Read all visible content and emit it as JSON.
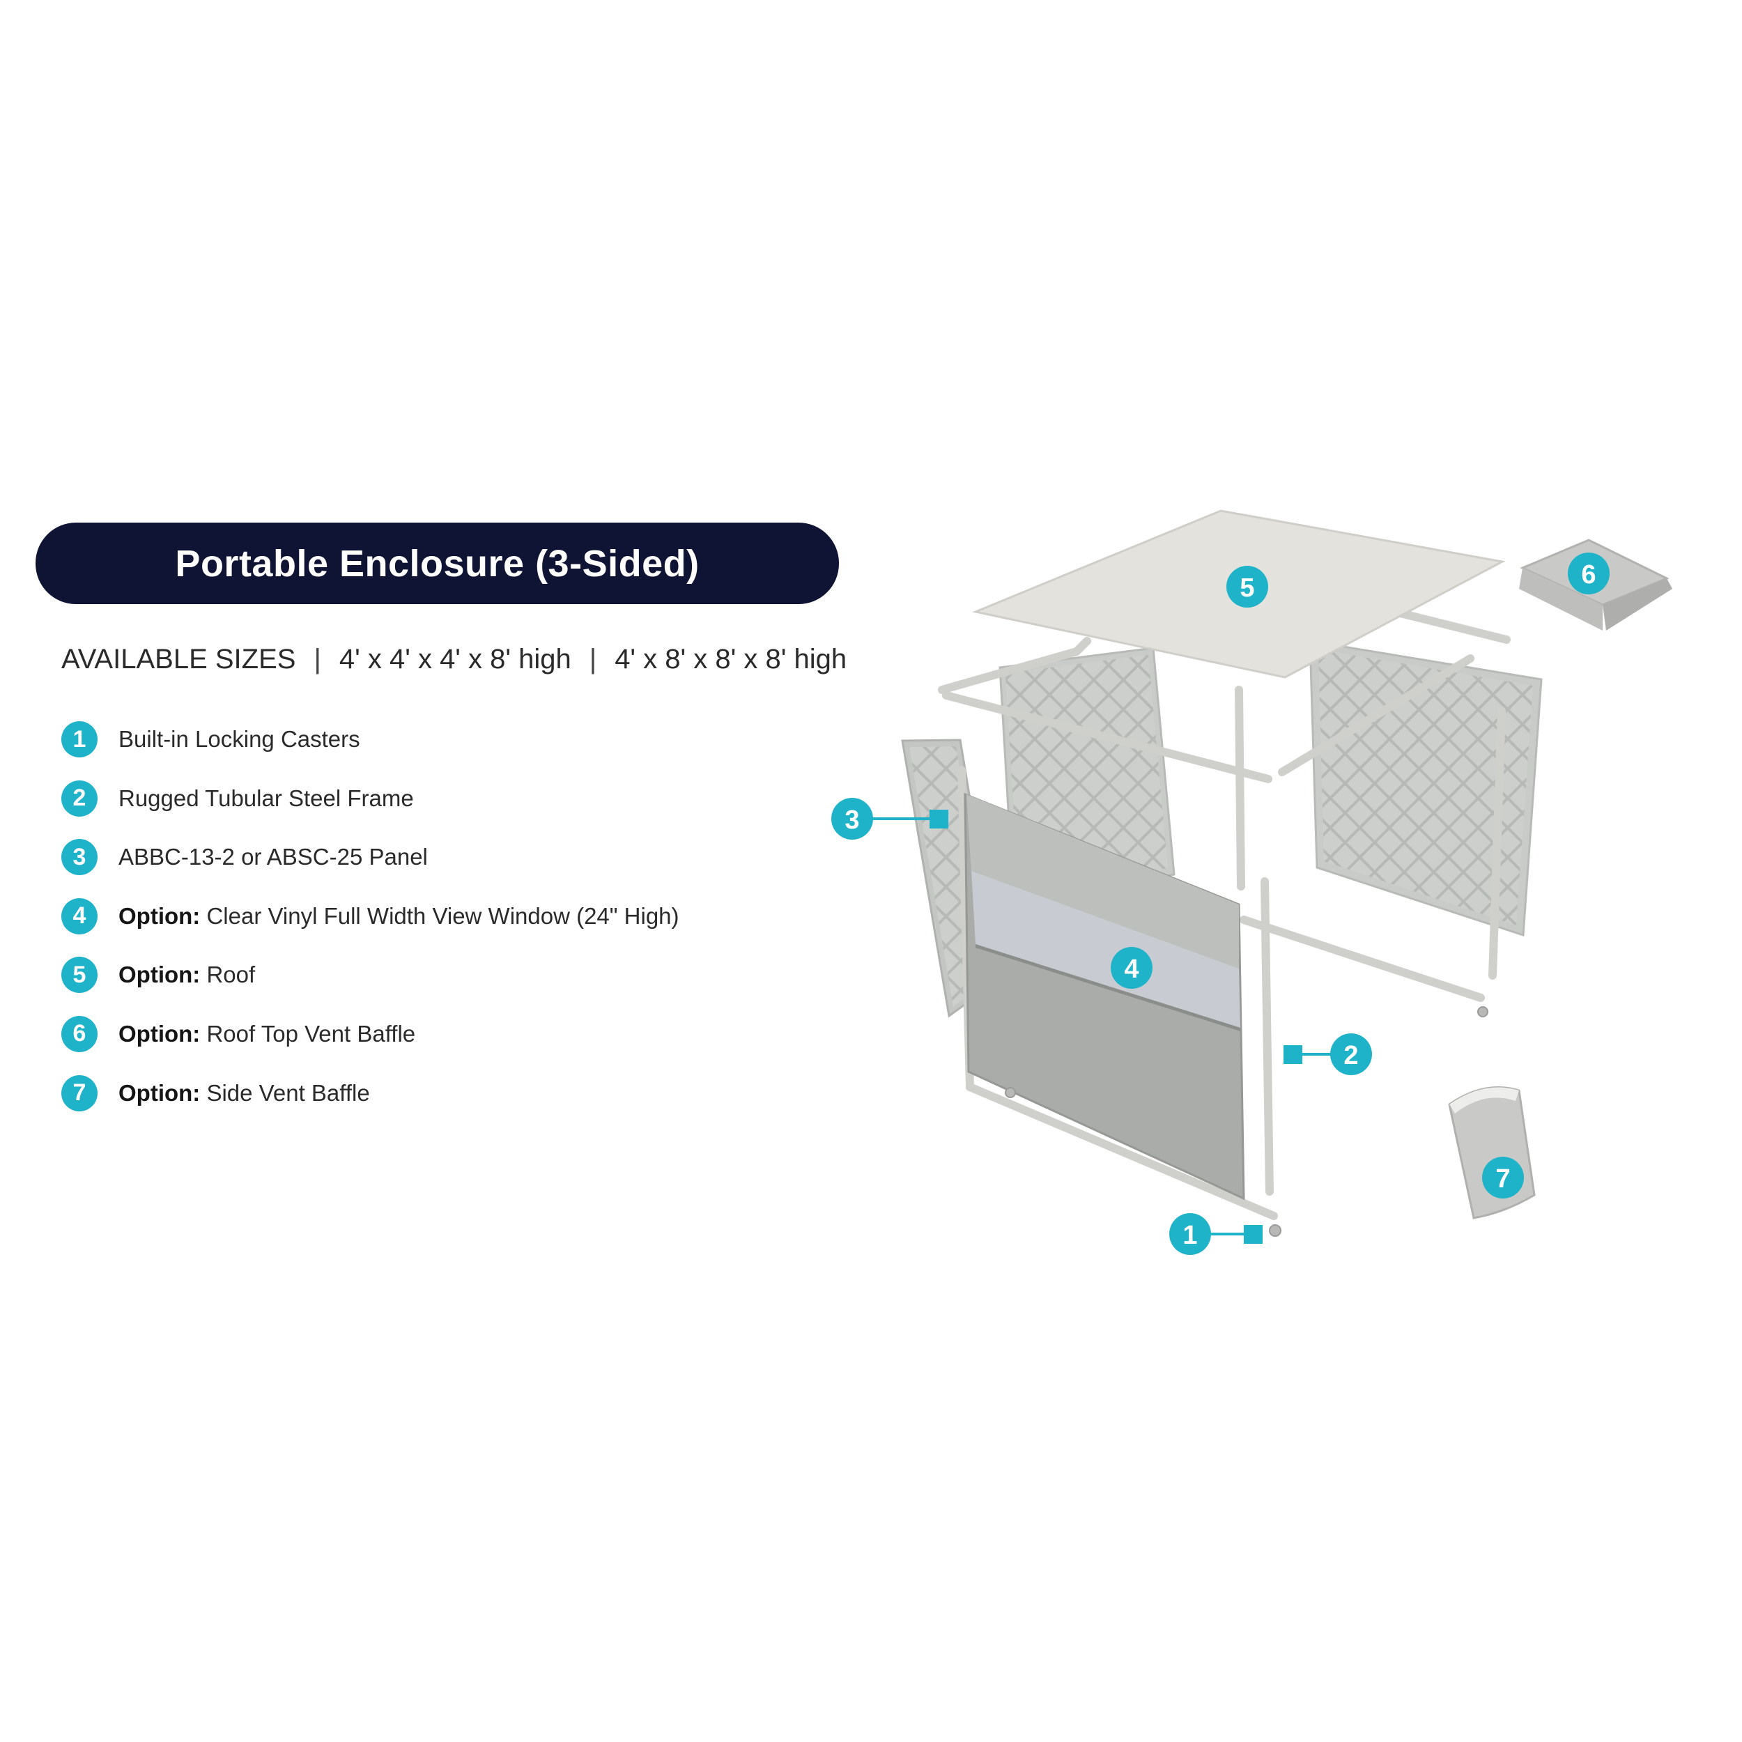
{
  "title": "Portable Enclosure (3-Sided)",
  "sizes": {
    "label": "AVAILABLE SIZES",
    "separator": "|",
    "options": [
      "4' x 4' x 4' x 8' high",
      "4' x 8' x 8' x 8' high"
    ]
  },
  "features": [
    {
      "num": "1",
      "prefix": "",
      "text": "Built-in Locking Casters"
    },
    {
      "num": "2",
      "prefix": "",
      "text": "Rugged Tubular Steel Frame"
    },
    {
      "num": "3",
      "prefix": "",
      "text": "ABBC-13-2 or ABSC-25 Panel"
    },
    {
      "num": "4",
      "prefix": "Option:",
      "text": " Clear Vinyl Full Width View Window (24\" High)"
    },
    {
      "num": "5",
      "prefix": "Option:",
      "text": " Roof"
    },
    {
      "num": "6",
      "prefix": "Option:",
      "text": " Roof Top Vent Baffle"
    },
    {
      "num": "7",
      "prefix": "Option:",
      "text": " Side Vent Baffle"
    }
  ],
  "callouts": [
    "1",
    "2",
    "3",
    "4",
    "5",
    "6",
    "7"
  ],
  "colors": {
    "title_bg": "#101434",
    "accent": "#1fb3c9",
    "panel": "#c6c8c6",
    "roof": "#e2e1dc",
    "frame": "#d0d0cc"
  }
}
